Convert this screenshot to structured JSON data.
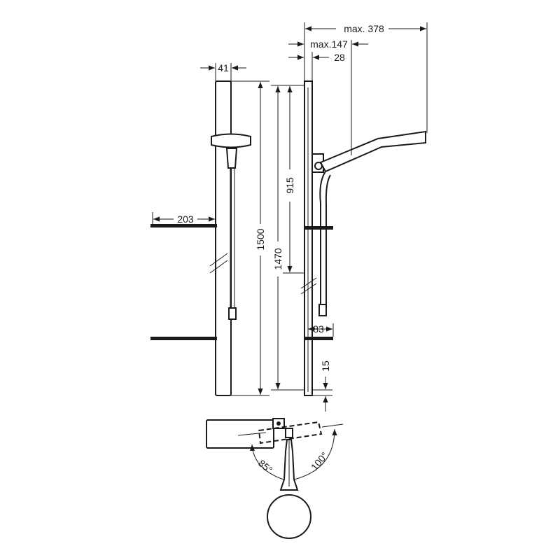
{
  "drawing": {
    "dimensions": {
      "max_378": "max. 378",
      "max_147": "max.147",
      "d28": "28",
      "d41": "41",
      "d203": "203",
      "d1500": "1500",
      "d1470": "1470",
      "d915": "915",
      "d83": "83",
      "d15": "15",
      "angle_85": "85°",
      "angle_100": "100°"
    }
  }
}
